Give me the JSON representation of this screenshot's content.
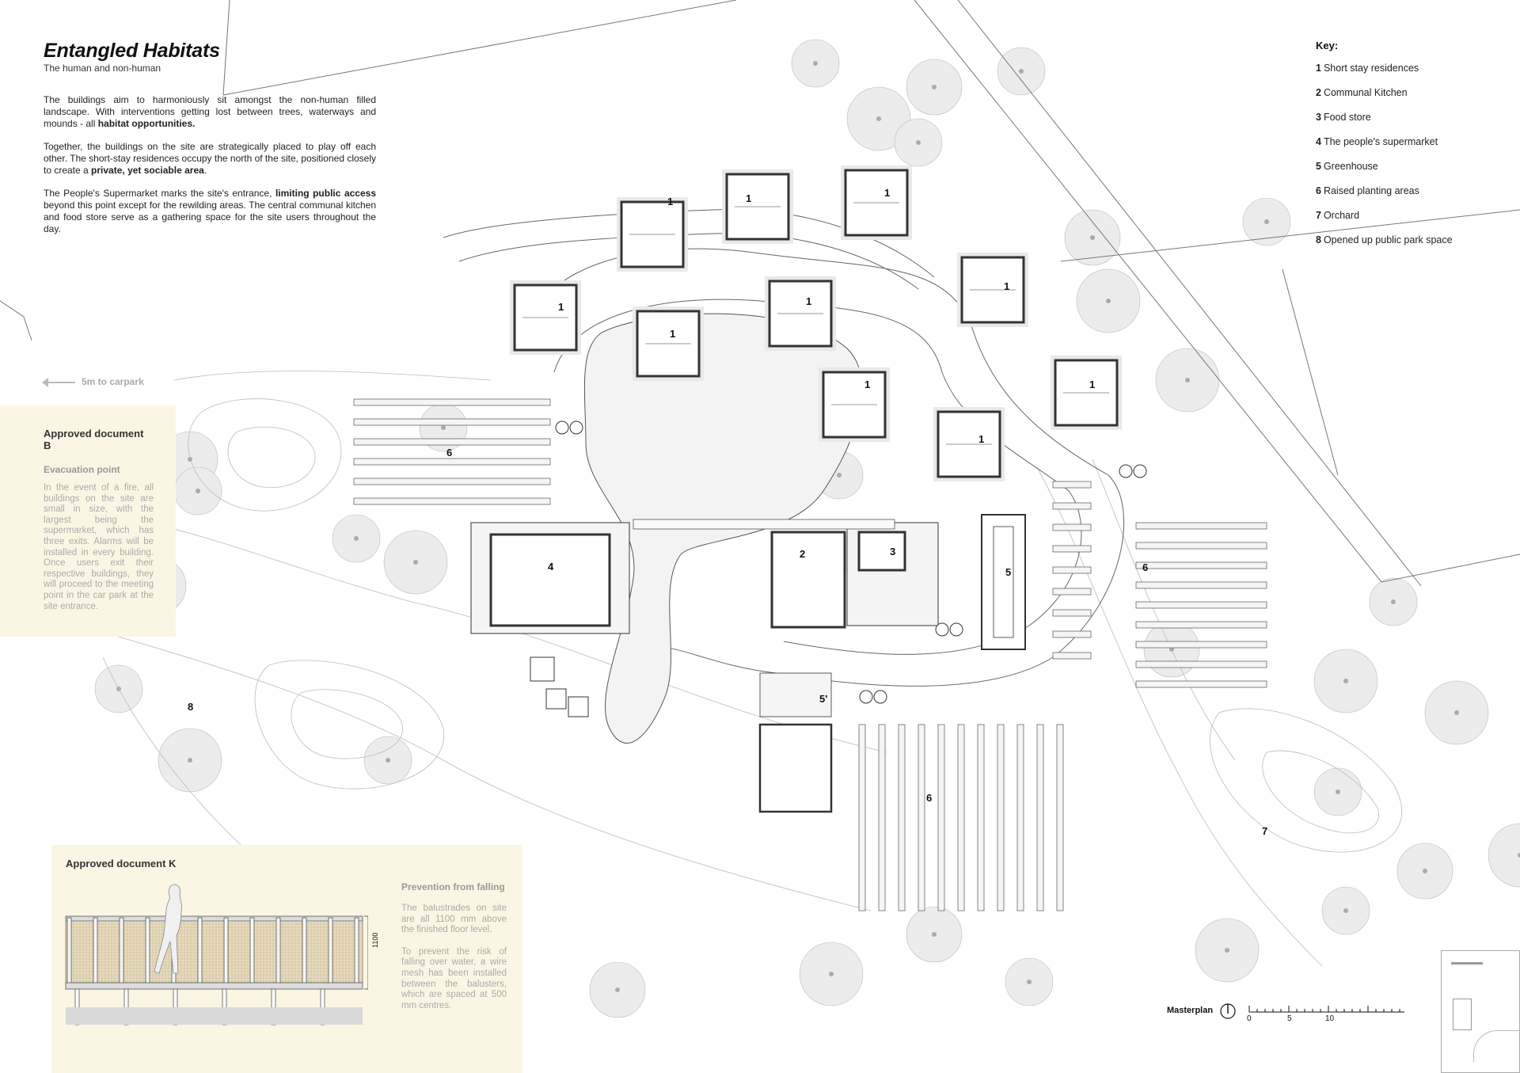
{
  "header": {
    "title": "Entangled Habitats",
    "subtitle": "The human and non-human"
  },
  "intro": {
    "p1": "The buildings aim to harmoniously sit amongst the non-human filled landscape. With interventions getting lost between trees, waterways and mounds - all habitat opportunities.",
    "p2": "Together, the buildings on the site are strategically placed to play off each other. The short-stay residences occupy the north of the site, positioned closely to create a private, yet sociable area.",
    "p3": "The People's Supermarket marks the site's entrance, limiting public access beyond this point except for the rewilding areas. The central communal kitchen and food store serve as a gathering space for the site users throughout the day."
  },
  "key": {
    "title": "Key:",
    "items": [
      {
        "num": "1",
        "label": "Short stay residences"
      },
      {
        "num": "2",
        "label": "Communal Kitchen"
      },
      {
        "num": "3",
        "label": "Food store"
      },
      {
        "num": "4",
        "label": "The people's supermarket"
      },
      {
        "num": "5",
        "label": "Greenhouse"
      },
      {
        "num": "6",
        "label": "Raised planting areas"
      },
      {
        "num": "7",
        "label": "Orchard"
      },
      {
        "num": "8",
        "label": "Opened up public park space"
      }
    ]
  },
  "carpark": "5m to carpark",
  "doc_b": {
    "title": "Approved document B",
    "subtitle": "Evacuation point",
    "body": "In the event of a fire, all buildings on the site are small in size, with the largest being the supermarket, which has three exits. Alarms will be installed in every building. Once users exit their respective buildings, they will proceed to the meeting point in the car park at the site entrance."
  },
  "doc_k": {
    "title": "Approved document K",
    "subtitle": "Prevention from falling",
    "body1": "The balustrades on site are all 1100 mm above the finished floor level.",
    "body2": "To prevent the risk of falling over water, a wire mesh has been installed between the balusters, which are spaced at 500 mm centres.",
    "dimension": "1100"
  },
  "labels": {
    "residence": "1",
    "kitchen": "2",
    "food_store": "3",
    "supermarket": "4",
    "greenhouse": "5",
    "greenhouse_b": "5'",
    "planting": "6",
    "orchard": "7",
    "park": "8"
  },
  "scale_bar": {
    "label": "Masterplan",
    "ticks": [
      "0",
      "5",
      "10"
    ]
  },
  "colors": {
    "panel": "#fbf6e3",
    "line": "#555555",
    "path": "#efefef",
    "tree": "#e9e9e9"
  }
}
